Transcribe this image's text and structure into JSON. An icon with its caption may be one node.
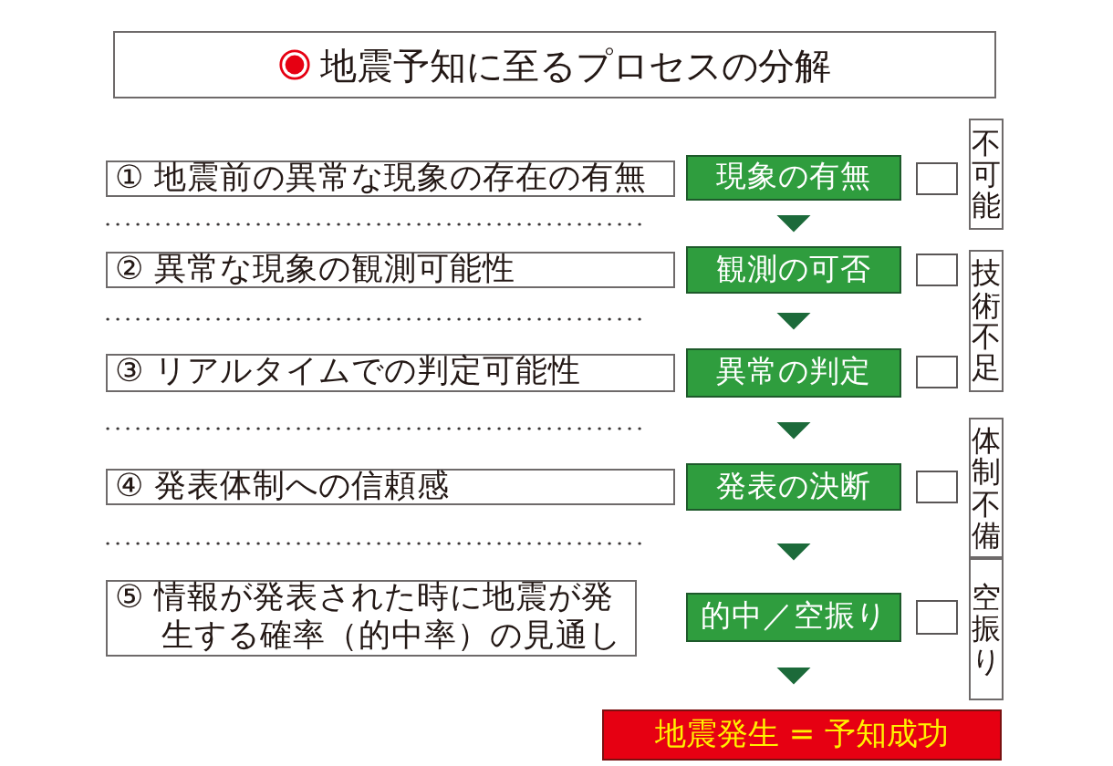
{
  "diagram": {
    "title": "地震予知に至るプロセスの分解",
    "nodes": [
      {
        "text": [
          "① 地震前の異常な現象の存在の有無"
        ]
      },
      {
        "text": [
          "現象の有無"
        ]
      },
      {
        "text": [],
        "shape": "box"
      },
      {
        "text": [
          "不可能"
        ]
      },
      {
        "text": [
          "② 異常な現象の観測可能性"
        ]
      },
      {
        "text": [
          "観測の可否"
        ]
      },
      {
        "text": [],
        "shape": "box"
      },
      {
        "text": [
          "技術不足"
        ]
      },
      {
        "text": [
          "③ リアルタイムでの判定可能性"
        ]
      },
      {
        "text": [
          "異常の判定"
        ]
      },
      {
        "text": [],
        "shape": "box"
      },
      {
        "text": [
          "④ 発表体制への信頼感"
        ]
      },
      {
        "text": [
          "発表の決断"
        ]
      },
      {
        "text": [],
        "shape": "box"
      },
      {
        "text": [
          "体制不備"
        ]
      },
      {
        "text": [
          "⑤ 情報が発表された時に地震が発生する確率（的中率）の見通し"
        ]
      },
      {
        "text": [
          "的中／空振り"
        ]
      },
      {
        "text": [],
        "shape": "box"
      },
      {
        "text": [
          "空振り"
        ]
      },
      {
        "text": [
          "地震発生 = 予知成功"
        ]
      }
    ],
    "edges": [
      {
        "from": 1,
        "to": 5,
        "arrow": "to"
      },
      {
        "from": 5,
        "to": 9,
        "arrow": "to"
      },
      {
        "from": 9,
        "to": 12,
        "arrow": "to"
      },
      {
        "from": 12,
        "to": 16,
        "arrow": "to"
      },
      {
        "from": 16,
        "to": 19,
        "arrow": "to"
      }
    ]
  }
}
